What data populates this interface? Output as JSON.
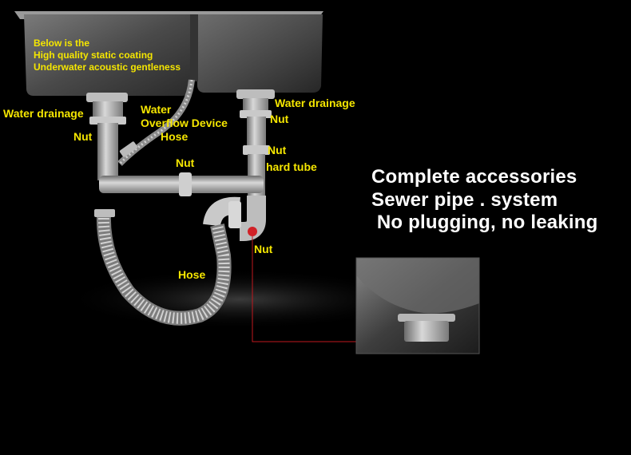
{
  "coating_note": {
    "line1": "Below is the",
    "line2": "High quality static coating",
    "line3": "Underwater acoustic gentleness"
  },
  "labels": {
    "water_drainage_left": "Water drainage",
    "water_drainage_right": "Water drainage",
    "water_overflow_line1": "Water",
    "water_overflow_line2": "Overflow Device",
    "hose_upper": "Hose",
    "hose_lower": "Hose",
    "nut_left": "Nut",
    "nut_center": "Nut",
    "nut_right_top": "Nut",
    "nut_right_mid": "Nut",
    "nut_bottom": "Nut",
    "hard_tube": "hard tube"
  },
  "headline": {
    "line1": "Complete accessories",
    "line2": "Sewer pipe . system",
    "line3": " No plugging, no leaking"
  },
  "colors": {
    "label_yellow": "#f5e600",
    "headline_white": "#ffffff",
    "callout_red": "#c0181e",
    "background": "#000000"
  }
}
